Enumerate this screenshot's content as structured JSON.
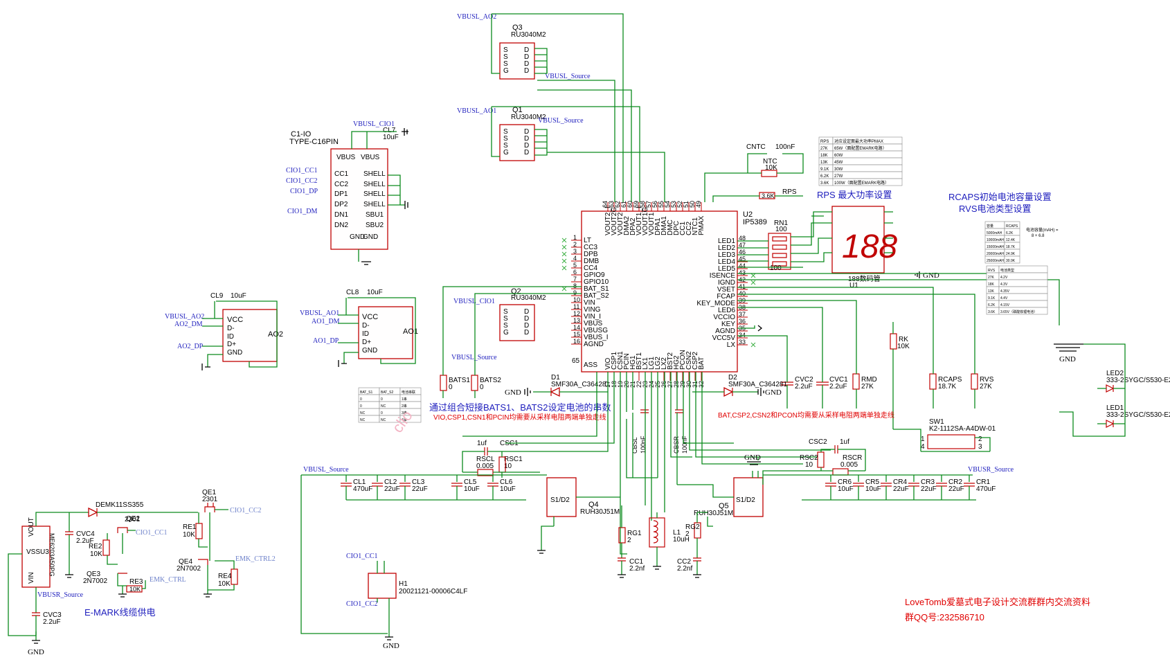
{
  "colors": {
    "wire": "#0a8a1c",
    "body": "#c00000",
    "net": "#1d1dbd",
    "note": "#e00000"
  },
  "icons": [
    "ground-symbol",
    "capacitor-symbol",
    "resistor-symbol",
    "diode-symbol",
    "mosfet-symbol",
    "inductor-symbol",
    "led-symbol",
    "seven-segment-display"
  ],
  "components": {
    "q3": {
      "ref": "Q3",
      "value": "RU3040M2"
    },
    "q1": {
      "ref": "Q1",
      "value": "RU3040M2"
    },
    "q2": {
      "ref": "Q2",
      "value": "RU3040M2"
    },
    "u2": {
      "ref": "U2",
      "value": "IP5389"
    },
    "u1": {
      "ref": "U1",
      "value": "188数码管"
    },
    "u3": {
      "ref": "U3",
      "value": "ME6203A50PG"
    },
    "c1io": {
      "ref": "C1-IO",
      "value": "TYPE-C16PIN"
    },
    "ao2": {
      "ref": "AO2"
    },
    "ao1": {
      "ref": "AO1"
    },
    "rn1": {
      "ref": "RN1",
      "value": "100"
    },
    "ntc": {
      "ref": "NTC",
      "value": "10K"
    },
    "cntc": {
      "ref": "CNTC",
      "value": "100nF"
    },
    "rps": {
      "ref": "RPS",
      "value": "3.6K"
    },
    "d1": {
      "ref": "D1",
      "value": "SMF30A_C364281"
    },
    "d2": {
      "ref": "D2",
      "value": "SMF30A_C364281"
    },
    "q4": {
      "ref": "Q4",
      "value": "RUH30J51M"
    },
    "q5": {
      "ref": "Q5",
      "value": "RUH30J51M"
    },
    "l1": {
      "ref": "L1",
      "value": "10uH"
    },
    "sw1": {
      "ref": "SW1",
      "value": "K2-1112SA-A4DW-01"
    },
    "led2": {
      "ref": "LED2",
      "value": "333-2SYGC/S530-E2"
    },
    "led1": {
      "ref": "LED1",
      "value": "333-2SYGC/S530-E2"
    },
    "h1": {
      "ref": "H1",
      "value": "20021121-00006C4LF"
    },
    "qe1": {
      "ref": "QE1",
      "value": "2301"
    },
    "qe2": {
      "ref": "QE2",
      "value": "2301"
    },
    "qe3": {
      "ref": "QE3",
      "value": "2N7002"
    },
    "qe4": {
      "ref": "QE4",
      "value": "2N7002"
    },
    "demk": {
      "value": "DEMK11SS355"
    },
    "cl7": {
      "ref": "CL7",
      "value": "10uF"
    },
    "cl8": {
      "ref": "CL8",
      "value": "10uF"
    },
    "cl9": {
      "ref": "CL9",
      "value": "10uF"
    }
  },
  "u2_pins_top": [
    "VOUT2_I",
    "VOUT2G",
    "VOUT2",
    "DMA2",
    "DPA2",
    "VOUT1_I",
    "VOUT1G",
    "VOUT1",
    "DPA1",
    "DMA1",
    "DMC",
    "DPC",
    "CC1",
    "CC2",
    "NTC1",
    "PMAX"
  ],
  "u2_pins_top_nums": [
    "64",
    "63",
    "62",
    "61",
    "60",
    "59",
    "58",
    "57",
    "56",
    "55",
    "54",
    "53",
    "52",
    "51",
    "50",
    "49"
  ],
  "u2_pins_left": [
    "LT",
    "CC3",
    "DPB",
    "DMB",
    "CC4",
    "GPIO9",
    "GPIO10",
    "BAT_S1",
    "BAT_S2",
    "VIN",
    "VING",
    "VIN_I",
    "VBUS",
    "VBUSG",
    "VBUS_I",
    "AGND"
  ],
  "u2_pins_left_nums": [
    "1",
    "2",
    "3",
    "4",
    "5",
    "6",
    "7",
    "8",
    "9",
    "10",
    "11",
    "12",
    "13",
    "14",
    "15",
    "16"
  ],
  "u2_pins_right": [
    "LED1",
    "LED2",
    "LED3",
    "LED4",
    "LED5",
    "ISENCE",
    "IGND",
    "VSET",
    "FCAP",
    "KEY_MODE",
    "LED6",
    "VCCIO",
    "KEY",
    "AGND",
    "VCC5V",
    "LX"
  ],
  "u2_pins_right_nums": [
    "48",
    "47",
    "46",
    "45",
    "44",
    "43",
    "42",
    "41",
    "40",
    "39",
    "38",
    "37",
    "36",
    "35",
    "34",
    "33"
  ],
  "u2_pins_bottom": [
    "VIO",
    "CSP1",
    "CSN1",
    "PCIN",
    "HG1",
    "BST1",
    "LX1",
    "LG1",
    "LG2",
    "LX2",
    "BST2",
    "HG2",
    "PCON",
    "CSN2",
    "CSP2",
    "BAT"
  ],
  "u2_pins_bottom_nums": [
    "17",
    "18",
    "19",
    "20",
    "21",
    "22",
    "23",
    "24",
    "25",
    "26",
    "27",
    "28",
    "29",
    "30",
    "31",
    "32"
  ],
  "u2_ass": {
    "num": "65",
    "label": "ASS"
  },
  "nets": {
    "vbusl_ao2": "VBUSL_AO2",
    "vbusl_ao1": "VBUSL_AO1",
    "vbusl_cio1": "VBUSL_CIO1",
    "vbusl_source": "VBUSL_Source",
    "vbusr_source": "VBUSR_Source",
    "ao2_dm": "AO2_DM",
    "ao2_dp": "AO2_DP",
    "ao1_dm": "AO1_DM",
    "ao1_dp": "AO1_DP",
    "cio1_cc1": "CIO1_CC1",
    "cio1_cc2": "CIO1_CC2",
    "cio1_dp": "CIO1_DP",
    "cio1_dm": "CIO1_DM",
    "gnd": "GND",
    "emk_ctrl": "EMK_CTRL",
    "emk_ctrl2": "EMK_CTRL2"
  },
  "passives": {
    "bats1": {
      "ref": "BATS1",
      "value": "0"
    },
    "bats2": {
      "ref": "BATS2",
      "value": "0"
    },
    "cvc2": {
      "ref": "CVC2",
      "value": "2.2uF"
    },
    "cvc1": {
      "ref": "CVC1",
      "value": "2.2uF"
    },
    "rmd": {
      "ref": "RMD",
      "value": "27K"
    },
    "rk": {
      "ref": "RK",
      "value": "10K"
    },
    "rcaps": {
      "ref": "RCAPS",
      "value": "18.7K"
    },
    "rvs": {
      "ref": "RVS",
      "value": "27K"
    },
    "csc1": {
      "ref": "CSC1",
      "value": "1uf"
    },
    "rscl": {
      "ref": "RSCL",
      "value": "0.005"
    },
    "rsc1": {
      "ref": "RSC1",
      "value": "10"
    },
    "csc2": {
      "ref": "CSC2",
      "value": "1uf"
    },
    "rsc2": {
      "ref": "RSC2",
      "value": "10"
    },
    "rscr": {
      "ref": "RSCR",
      "value": "0.005"
    },
    "cbsl": {
      "ref": "CBSL",
      "value": "100nF"
    },
    "cbsr": {
      "ref": "CBSR",
      "value": "100nF"
    },
    "rg1": {
      "ref": "RG1",
      "value": "2"
    },
    "rg2": {
      "ref": "RG2",
      "value": "2"
    },
    "cc1": {
      "ref": "CC1",
      "value": "2.2nf"
    },
    "cc2": {
      "ref": "CC2",
      "value": "2.2nf"
    },
    "cl1": {
      "ref": "CL1",
      "value": "470uF"
    },
    "cl2": {
      "ref": "CL2",
      "value": "22uF"
    },
    "cl3": {
      "ref": "CL3",
      "value": "22uF"
    },
    "cl5": {
      "ref": "CL5",
      "value": "10uF"
    },
    "cl6": {
      "ref": "CL6",
      "value": "10uF"
    },
    "cr6": {
      "ref": "CR6",
      "value": "10uF"
    },
    "cr5": {
      "ref": "CR5",
      "value": "10uF"
    },
    "cr4": {
      "ref": "CR4",
      "value": "22uF"
    },
    "cr3": {
      "ref": "CR3",
      "value": "22uF"
    },
    "cr2": {
      "ref": "CR2",
      "value": "22uF"
    },
    "cr1": {
      "ref": "CR1",
      "value": "470uF"
    },
    "cvc4": {
      "ref": "CVC4",
      "value": "2.2uF"
    },
    "cvc3": {
      "ref": "CVC3",
      "value": "2.2uF"
    },
    "re1": {
      "ref": "RE1",
      "value": "10K"
    },
    "re2": {
      "ref": "RE2",
      "value": "10K"
    },
    "re3": {
      "ref": "RE3",
      "value": "10K"
    },
    "re4": {
      "ref": "RE4",
      "value": "10K"
    }
  },
  "notes": {
    "bats_title": "通过组合短接BATS1、BATS2设定电池的串数",
    "bats_sense": "VIO,CSP1,CSN1和PCIN均需要从采样电阻两端单独走线",
    "bat_sense": "BAT,CSP2,CSN2和PCON均需要从采样电阻两端单独走线",
    "rps_title": "RPS 最大功率设置",
    "rcaps_title": "RCAPS初始电池容量设置",
    "rvs_title": "RVS电池类型设置",
    "emark": "E-MARK线缆供电",
    "lovetomb": "LoveTomb爱墓式电子设计交流群群内交流资料",
    "qq": "群QQ号:232586710",
    "seg_digits": "188"
  },
  "rps_table": {
    "headers": [
      "RPS",
      "对应设定面最大功率PMAX"
    ],
    "rows": [
      [
        "27K",
        "65W（面配置EMARK电路）"
      ],
      [
        "18K",
        "60W"
      ],
      [
        "13K",
        "45W"
      ],
      [
        "9.1K",
        "30W"
      ],
      [
        "6.2K",
        "27W"
      ],
      [
        "3.6K",
        "100W（面配置EMARK电路）"
      ]
    ]
  },
  "rcaps_table": {
    "note": "电池容量(mAH) =",
    "formula": "8 + 6.8",
    "rows": [
      [
        "容量",
        "RCAPS"
      ],
      [
        "5000mAH",
        "6.2K"
      ],
      [
        "10000mAH",
        "12.4K"
      ],
      [
        "15000mAH",
        "18.7K"
      ],
      [
        "20000mAH",
        "24.9K"
      ],
      [
        "25000mAH",
        "30.9K"
      ]
    ]
  },
  "rvs_table": {
    "rows": [
      [
        "RVS",
        "电池类型"
      ],
      [
        "27K",
        "4.2V"
      ],
      [
        "18K",
        "4.3V"
      ],
      [
        "13K",
        "4.35V"
      ],
      [
        "9.1K",
        "4.4V"
      ],
      [
        "6.2K",
        "4.15V"
      ],
      [
        "3.6K",
        "3.65V（磷酸铁锂电池）"
      ]
    ]
  },
  "bats_table": {
    "rows": [
      [
        "BAT_S1",
        "BAT_S2",
        "电池串联"
      ],
      [
        "0",
        "0",
        "1串"
      ],
      [
        "0",
        "NC",
        "2串"
      ],
      [
        "NC",
        "0",
        "3串"
      ],
      [
        "NC",
        "NC",
        "4串"
      ]
    ]
  },
  "q_pin_labels": [
    "S",
    "S",
    "S",
    "G",
    "D",
    "D",
    "D",
    "D"
  ]
}
